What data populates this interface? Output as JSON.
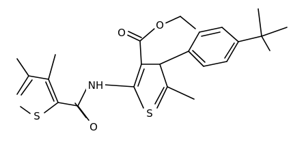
{
  "molecule": {
    "atom_labels": {
      "ester_carbonyl_oxygen": "O",
      "ester_ether_oxygen": "O",
      "amide_nitrogen": "NH",
      "amide_oxygen": "O",
      "thiophene_sulfur": "S",
      "left_thiophene_sulfur": "S"
    }
  }
}
